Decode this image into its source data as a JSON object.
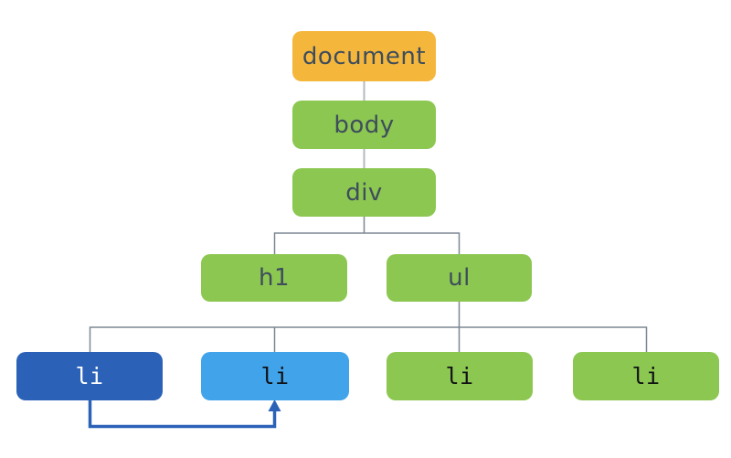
{
  "diagram": {
    "type": "dom-tree",
    "nodes": {
      "document": {
        "label": "document"
      },
      "body": {
        "label": "body"
      },
      "div": {
        "label": "div"
      },
      "h1": {
        "label": "h1"
      },
      "ul": {
        "label": "ul"
      },
      "li_dark": {
        "label": "li"
      },
      "li_light": {
        "label": "li"
      },
      "li_green_a": {
        "label": "li"
      },
      "li_green_b": {
        "label": "li"
      }
    },
    "colors": {
      "orange": "#f4b73c",
      "green": "#8cc751",
      "dark_blue": "#2b62b8",
      "light_blue": "#41a3ea",
      "arrow_blue": "#2b62b8",
      "text_dark": "#3e4d5c",
      "text_black": "#101214",
      "text_white": "#ffffff",
      "connector_light": "#b4bac0",
      "connector_slate": "#7b8794"
    }
  }
}
